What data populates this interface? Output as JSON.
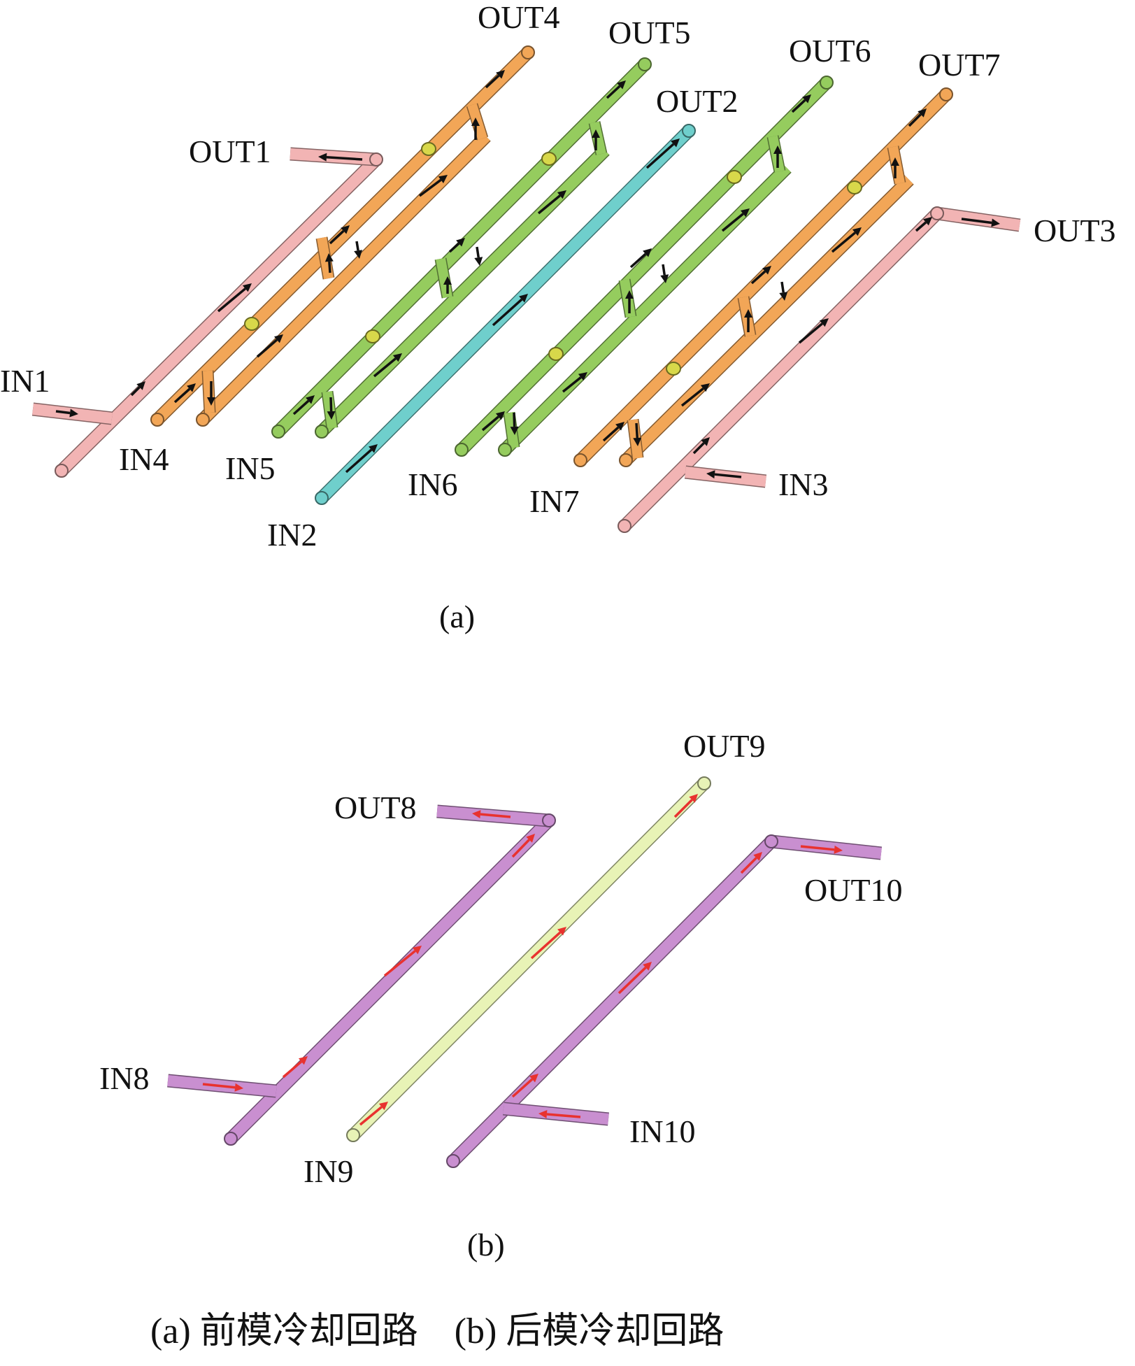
{
  "panel_a": {
    "label": "(a)",
    "ports": {
      "in1": "IN1",
      "in2": "IN2",
      "in3": "IN3",
      "in4": "IN4",
      "in5": "IN5",
      "in6": "IN6",
      "in7": "IN7",
      "out1": "OUT1",
      "out2": "OUT2",
      "out3": "OUT3",
      "out4": "OUT4",
      "out5": "OUT5",
      "out6": "OUT6",
      "out7": "OUT7"
    }
  },
  "panel_b": {
    "label": "(b)",
    "ports": {
      "in8": "IN8",
      "in9": "IN9",
      "in10": "IN10",
      "out8": "OUT8",
      "out9": "OUT9",
      "out10": "OUT10"
    }
  },
  "caption": "(a) 前模冷却回路    (b) 后模冷却回路",
  "colors": {
    "pink": "#f2b4b4",
    "orange": "#f2a657",
    "green": "#95cc5e",
    "cyan": "#6fcfcc",
    "purple": "#c98fd0",
    "light_yellow": "#e8f3b6",
    "arrow_dark": "#111111",
    "arrow_red": "#e8322f",
    "baffle_yellow": "#d8d84a"
  }
}
